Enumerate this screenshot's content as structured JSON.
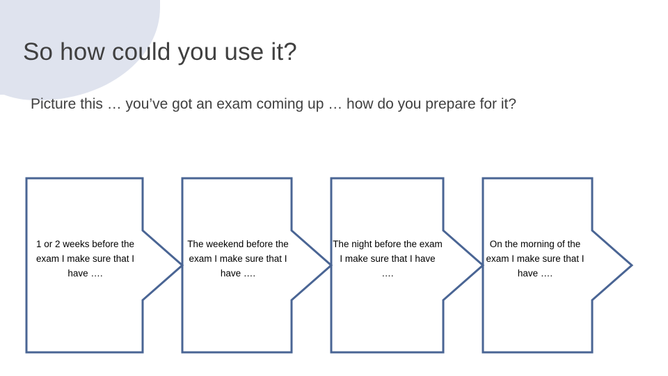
{
  "slide": {
    "title": "So how could you use it?",
    "subtitle": "Picture this … you’ve got an exam coming up … how do you prepare for it?",
    "accent_color": "#4a6594",
    "decoration_color": "#dfe3ee",
    "text_color": "#404040"
  },
  "chevrons": [
    {
      "text": "1 or 2 weeks before the exam I make sure that I have …."
    },
    {
      "text": "The weekend before the exam I make sure that I have …."
    },
    {
      "text": "The night before the exam I make sure that I have …."
    },
    {
      "text": "On the morning of the exam I make sure that I have …."
    }
  ]
}
